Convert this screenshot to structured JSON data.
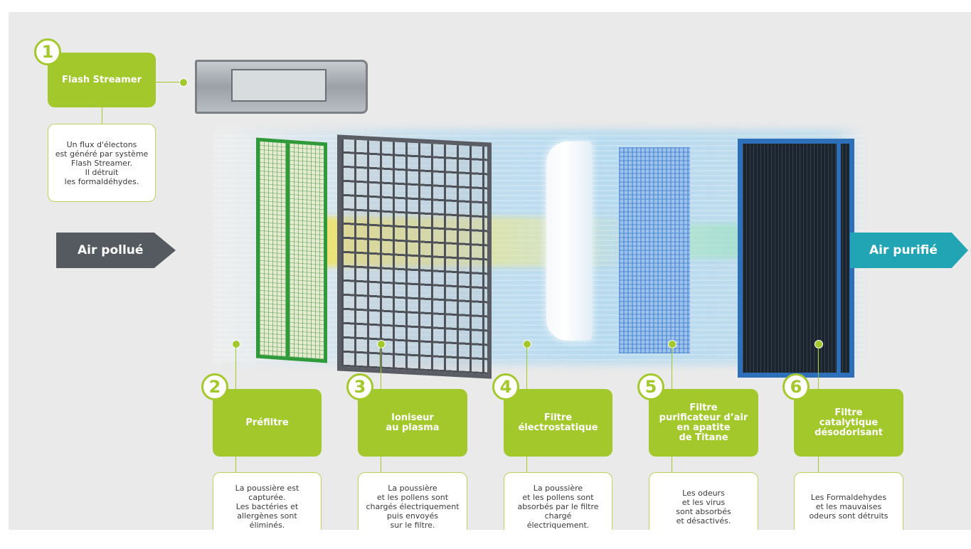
{
  "arrows": {
    "input": "Air pollué",
    "output": "Air purifié"
  },
  "steps": [
    {
      "number": "1",
      "title": "Flash Streamer",
      "description": "Un flux d'électons\nest généré par système\nFlash Streamer.\nIl détruit\nles formaldéhydes."
    },
    {
      "number": "2",
      "title": "Préfiltre",
      "description": "La poussière est\ncapturée.\nLes bactéries et\nallergènes sont\néliminés."
    },
    {
      "number": "3",
      "title": "Ioniseur\nau plasma",
      "description": "La poussière\net les pollens sont\nchargés électriquement\npuis envoyés\nsur le filtre."
    },
    {
      "number": "4",
      "title": "Filtre\nélectrostatique",
      "description": "La poussière\net les pollens sont\nabsorbés par le filtre\nchargé\nélectriquement."
    },
    {
      "number": "5",
      "title": "Filtre\npurificateur d’air\nen apatite\nde Titane",
      "description": "Les odeurs\net les virus\nsont absorbés\net désactivés."
    },
    {
      "number": "6",
      "title": "Filtre\ncatalytique\ndésodorisant",
      "description": "Les Formaldehydes\net les mauvaises\nodeurs sont détruits"
    }
  ],
  "colors": {
    "accent": "#a3c82c",
    "input_arrow": "#555a60",
    "output_arrow": "#21a5b5",
    "background": "#eaeaea"
  }
}
